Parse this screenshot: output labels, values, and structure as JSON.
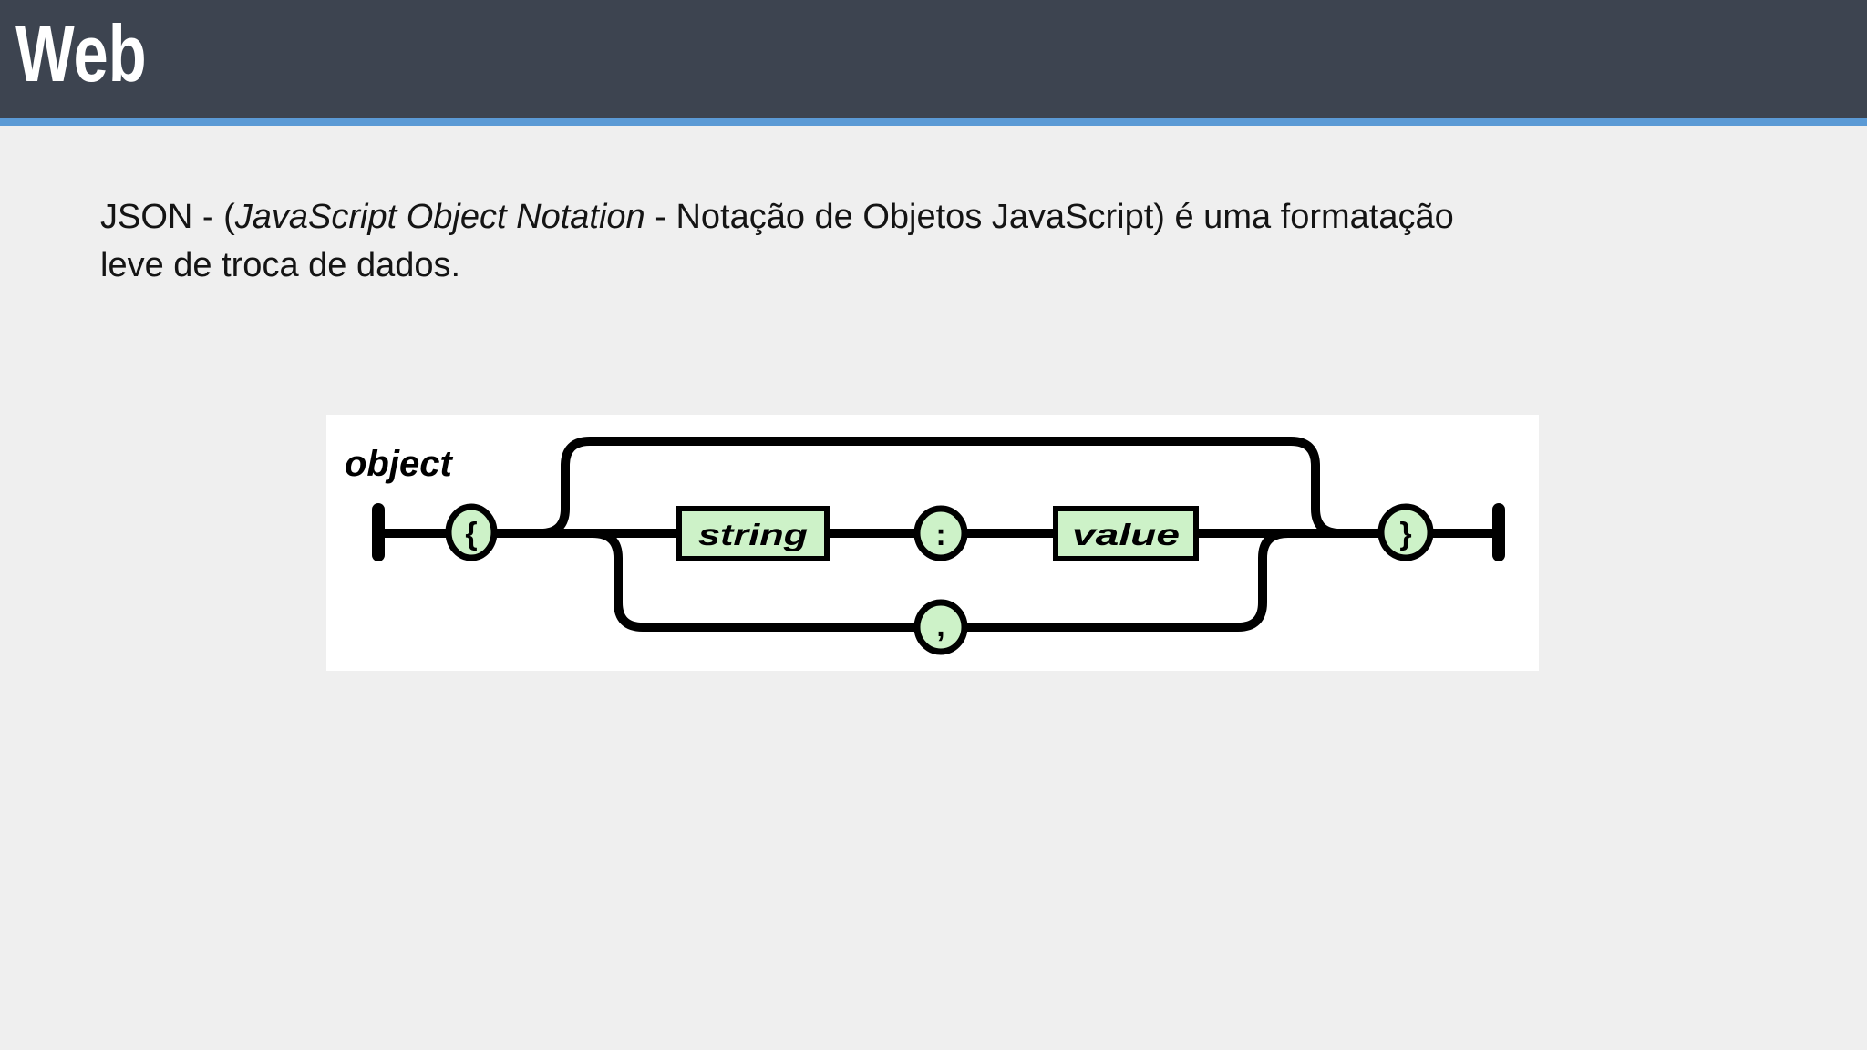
{
  "slide": {
    "title": "Web",
    "intro": {
      "prefix": "JSON - (",
      "italic": "JavaScript Object Notation",
      "suffix": " - Notação de Objetos JavaScript) é uma formatação",
      "line2": "leve de troca de dados."
    }
  },
  "diagram": {
    "label": "object",
    "nodes": {
      "open_brace": "{",
      "string": "string",
      "colon": ":",
      "value": "value",
      "close_brace": "}",
      "comma": ","
    }
  },
  "colors": {
    "header_bg": "#3d4450",
    "accent_bar": "#5b9ad5",
    "page_bg": "#efefef",
    "diagram_bg": "#ffffff",
    "node_fill": "#cdf2c8",
    "node_stroke": "#000000",
    "title_color": "#ffffff",
    "text_color": "#141414"
  }
}
